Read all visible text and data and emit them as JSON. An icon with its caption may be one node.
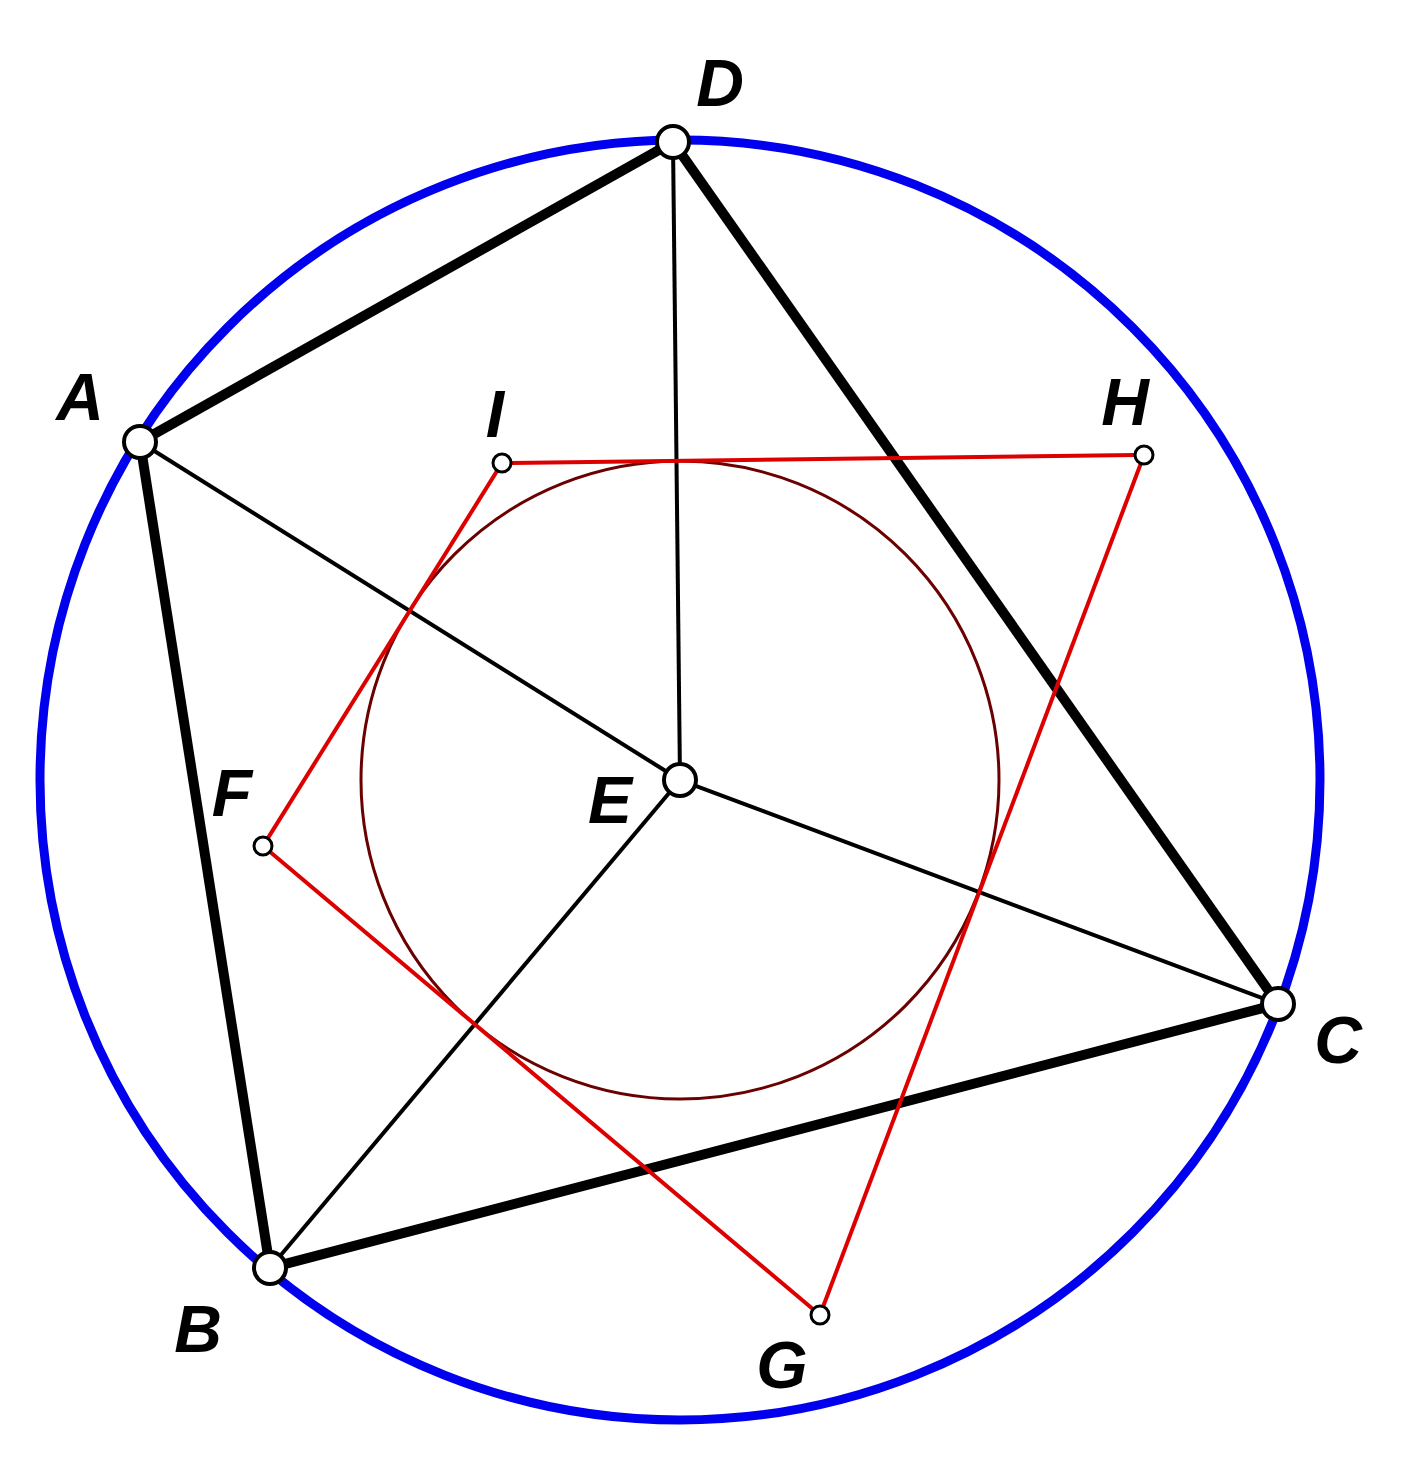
{
  "diagram": {
    "nodes": [
      {
        "text": [
          "A"
        ]
      },
      {
        "text": [
          "B"
        ]
      },
      {
        "text": [
          "C"
        ]
      },
      {
        "text": [
          "D"
        ]
      },
      {
        "text": [
          "E"
        ]
      },
      {
        "text": [
          "F"
        ]
      },
      {
        "text": [
          "G"
        ]
      },
      {
        "text": [
          "H"
        ]
      },
      {
        "text": [
          "I"
        ]
      }
    ],
    "edges": [
      {
        "from": 0,
        "to": 3,
        "arrow": "none",
        "style": "thick"
      },
      {
        "from": 3,
        "to": 2,
        "arrow": "none",
        "style": "thick"
      },
      {
        "from": 2,
        "to": 1,
        "arrow": "none",
        "style": "thick"
      },
      {
        "from": 1,
        "to": 0,
        "arrow": "none",
        "style": "thick"
      },
      {
        "from": 4,
        "to": 0,
        "arrow": "none"
      },
      {
        "from": 4,
        "to": 3,
        "arrow": "none"
      },
      {
        "from": 4,
        "to": 2,
        "arrow": "none"
      },
      {
        "from": 4,
        "to": 1,
        "arrow": "none"
      },
      {
        "from": 8,
        "to": 7,
        "arrow": "none",
        "color": "#dd0000"
      },
      {
        "from": 7,
        "to": 6,
        "arrow": "none",
        "color": "#dd0000"
      },
      {
        "from": 6,
        "to": 5,
        "arrow": "none",
        "color": "#dd0000"
      },
      {
        "from": 5,
        "to": 8,
        "arrow": "none",
        "color": "#dd0000"
      }
    ]
  }
}
